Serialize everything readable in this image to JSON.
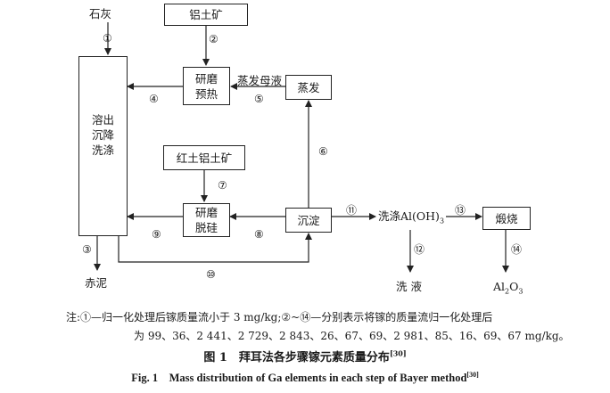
{
  "nodes": {
    "shihui": "石灰",
    "lvtukuang": "铝土矿",
    "rongchu": [
      "溶出",
      "沉降",
      "洗涤"
    ],
    "yanmo_yure": [
      "研磨",
      "预热"
    ],
    "zhengfa": "蒸发",
    "zhengfa_muye": "蒸发母液",
    "hongtu": "红土铝土矿",
    "yanmo_tuogui": [
      "研磨",
      "脱硅"
    ],
    "chendian": "沉淀",
    "xidi_aloh": "洗涤Al(OH)",
    "aloh_sub": "3",
    "duanshao": "煅烧",
    "chini": "赤泥",
    "xiye": "洗 液",
    "al2o3_main": "Al",
    "al2o3_sub1": "2",
    "al2o3_o": "O",
    "al2o3_sub2": "3"
  },
  "steps": {
    "s1": "①",
    "s2": "②",
    "s3": "③",
    "s4": "④",
    "s5": "⑤",
    "s6": "⑥",
    "s7": "⑦",
    "s8": "⑧",
    "s9": "⑨",
    "s10": "⑩",
    "s11": "⑪",
    "s12": "⑫",
    "s13": "⑬",
    "s14": "⑭"
  },
  "note": {
    "line1": "注:①—归一化处理后镓质量流小于 3 mg/kg;②~⑭—分别表示将镓的质量流归一化处理后",
    "line2": "为 99、36、2 441、2 729、2 843、26、67、69、2 981、85、16、69、67 mg/kg。"
  },
  "caption": {
    "zh": "图 1　拜耳法各步骤镓元素质量分布",
    "zh_ref": "[30]",
    "en": "Fig. 1　Mass distribution of Ga elements in each step of Bayer method",
    "en_ref": "[30]"
  }
}
